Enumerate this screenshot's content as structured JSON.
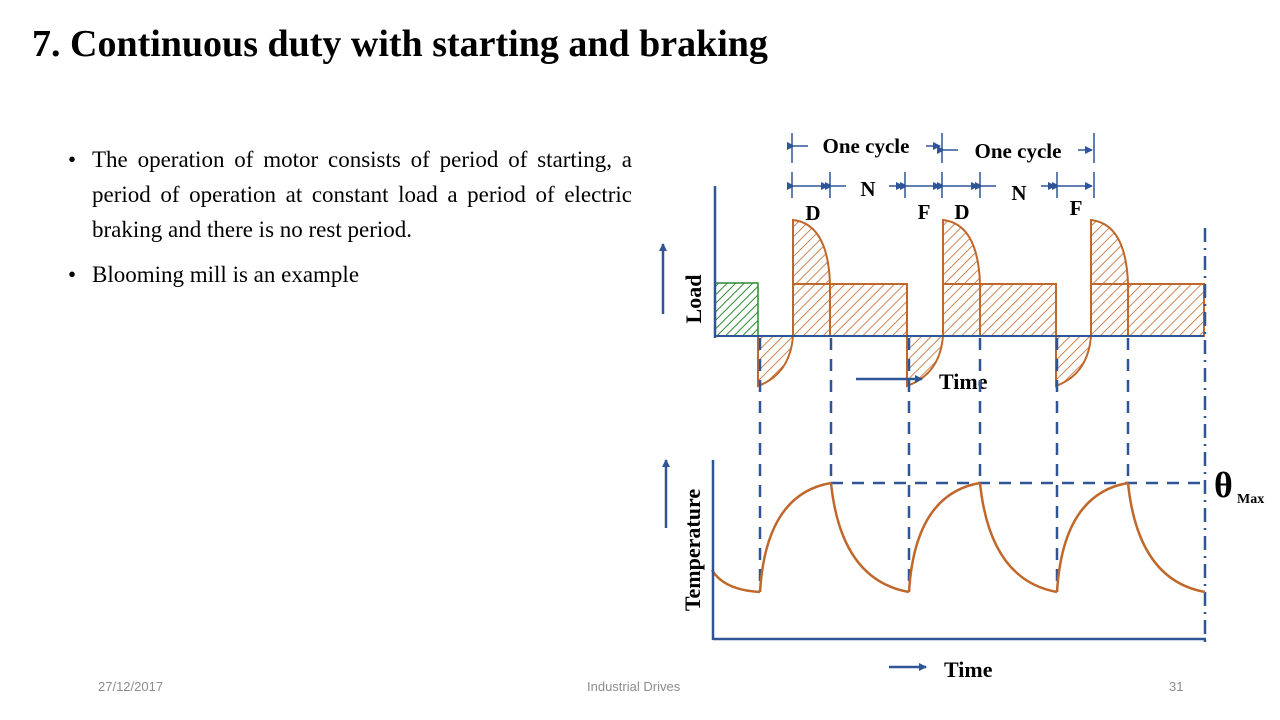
{
  "slide": {
    "title": "7. Continuous duty with starting and braking",
    "bullets": [
      "The operation of motor consists of period of starting, a period of operation at constant load a period of electric braking and there is no rest period.",
      "Blooming mill is an example"
    ],
    "bullet_glyph": "•"
  },
  "diagram": {
    "cycle_labels": [
      "One cycle",
      "One cycle"
    ],
    "period_labels": {
      "starting": "D",
      "normal": "N",
      "braking": "F"
    },
    "load_axis_label": "Load",
    "temperature_axis_label": "Temperature",
    "time_label": "Time",
    "theta_symbol": "θ",
    "theta_subscript": "Max",
    "colors": {
      "axis": "#2f5597",
      "load_hatch": "#c0682c",
      "start_block": "#2e8b2e",
      "temperature_curve": "#c0682c",
      "arrow": "#2f5597"
    }
  },
  "footer": {
    "date": "27/12/2017",
    "title": "Industrial Drives",
    "page": "31"
  }
}
